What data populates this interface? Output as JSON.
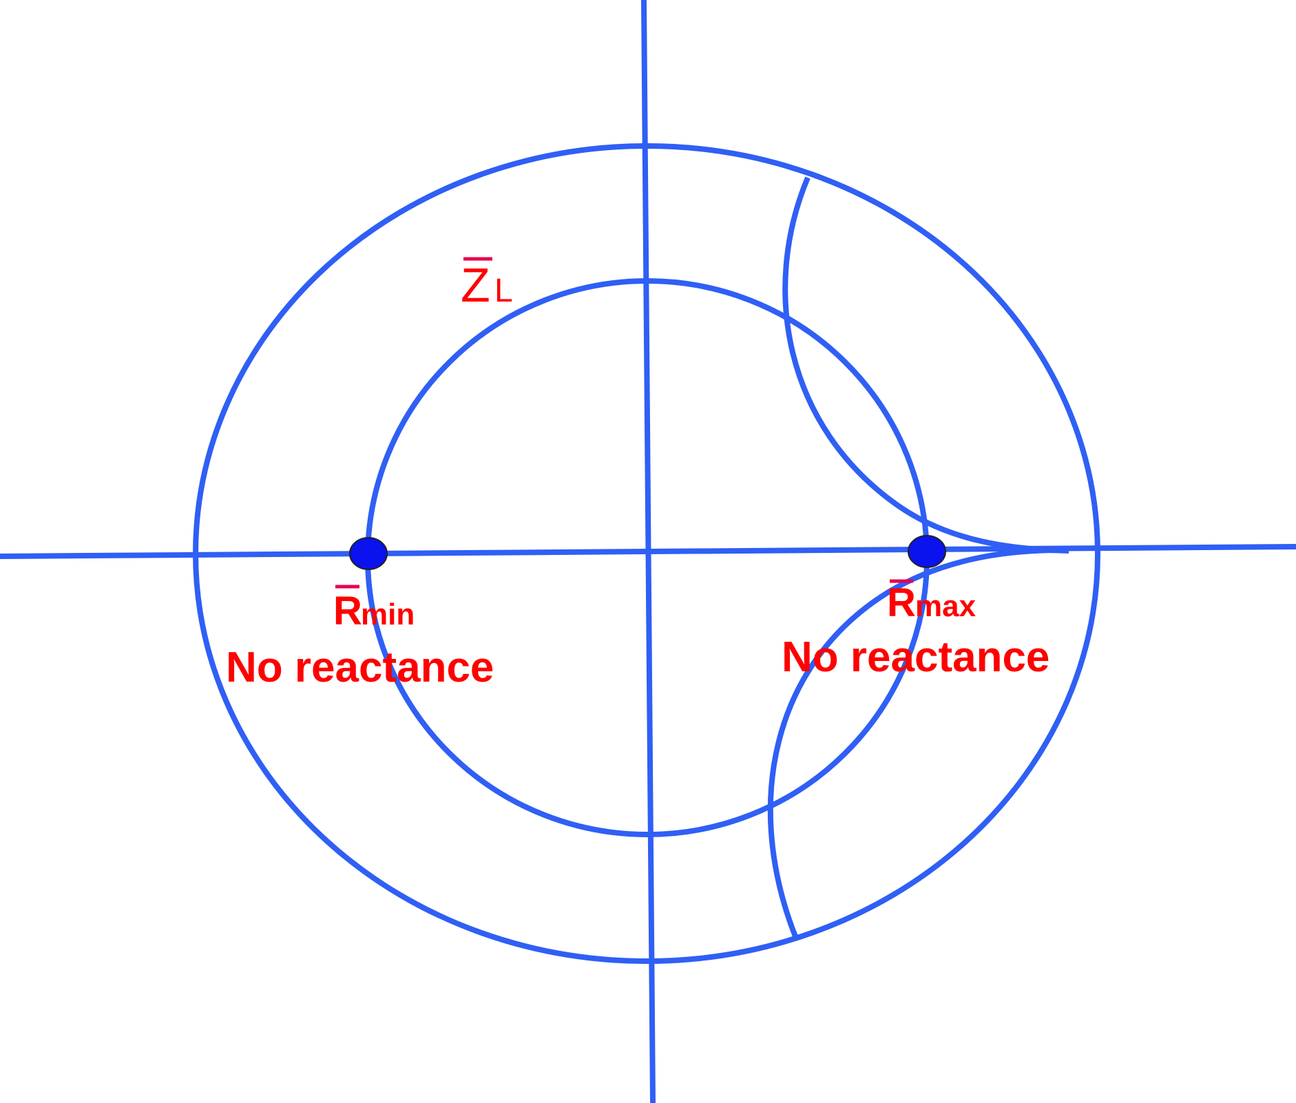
{
  "colors": {
    "line": "#2f5ff5",
    "dot": "#0a12ee",
    "text": "#ff0000",
    "overbar": "#e8004d"
  },
  "labels": {
    "zl": {
      "main": "Z",
      "sub": "L"
    },
    "rmin": {
      "main": "R",
      "sub": "min",
      "note": "No reactance"
    },
    "rmax": {
      "main": "R",
      "sub": "max",
      "note": "No reactance"
    }
  }
}
